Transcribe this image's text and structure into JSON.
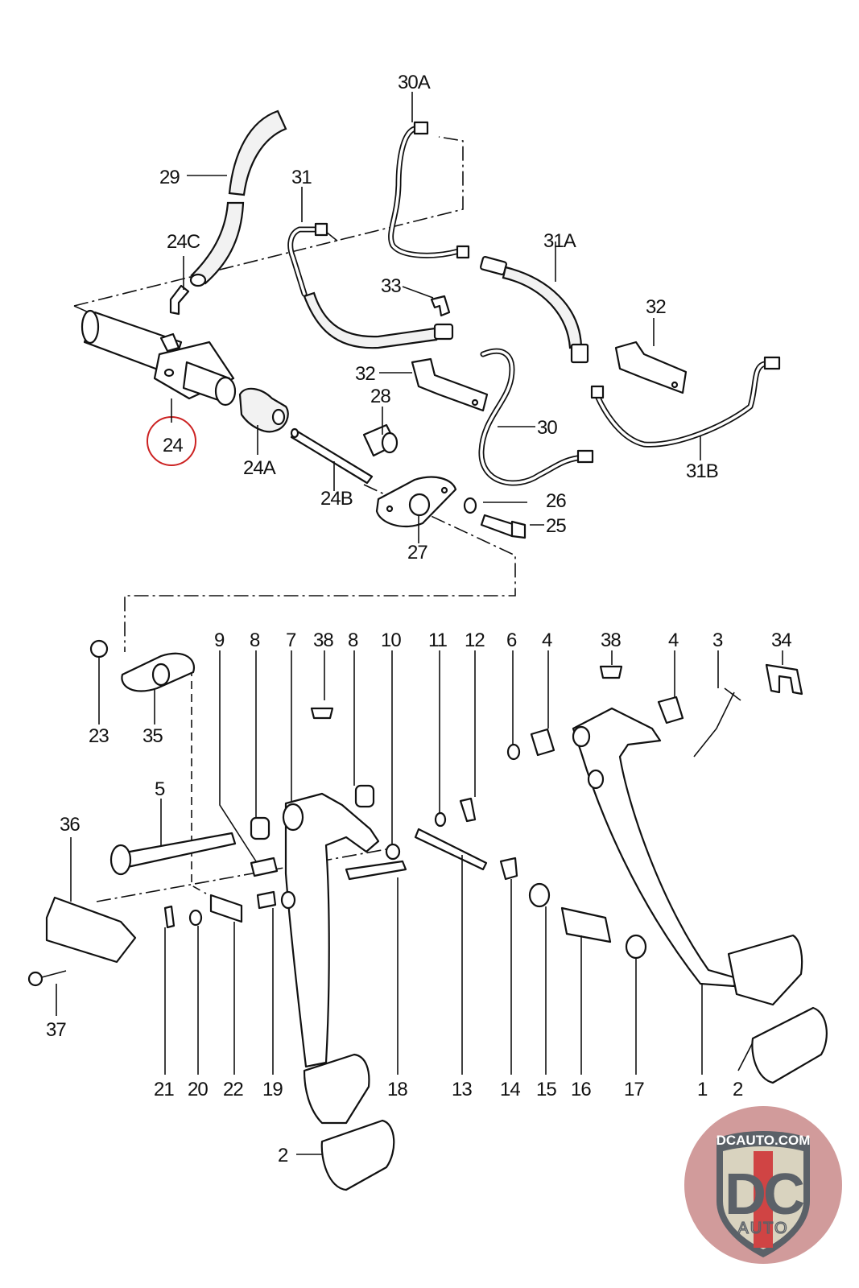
{
  "diagram": {
    "type": "exploded parts diagram",
    "subject": "Clutch and brake pedal assembly with clutch master cylinder and hydraulic lines",
    "highlighted_part": "24",
    "highlight_color": "#cc2222",
    "labels": {
      "p1": "1",
      "p2a": "2",
      "p2b": "2",
      "p3": "3",
      "p4a": "4",
      "p4b": "4",
      "p5": "5",
      "p6": "6",
      "p7": "7",
      "p8a": "8",
      "p8b": "8",
      "p9": "9",
      "p10": "10",
      "p11": "11",
      "p12": "12",
      "p13": "13",
      "p14": "14",
      "p15": "15",
      "p16": "16",
      "p17": "17",
      "p18": "18",
      "p19": "19",
      "p20": "20",
      "p21": "21",
      "p22": "22",
      "p23": "23",
      "p24": "24",
      "p24a": "24A",
      "p24b": "24B",
      "p24c": "24C",
      "p25": "25",
      "p26": "26",
      "p27": "27",
      "p28": "28",
      "p29": "29",
      "p30": "30",
      "p30a": "30A",
      "p31": "31",
      "p31a": "31A",
      "p31b": "31B",
      "p32a": "32",
      "p32b": "32",
      "p33": "33",
      "p34": "34",
      "p35": "35",
      "p36": "36",
      "p37": "37",
      "p38a": "38",
      "p38b": "38"
    }
  },
  "logo": {
    "site": "DCAUTO.COM",
    "initials": "DC",
    "word": "AUTO",
    "colors": {
      "badge_bg": "#d9d3bf",
      "text": "#5b6168",
      "stripe": "#d04444",
      "circle": "#c98a8a"
    }
  }
}
